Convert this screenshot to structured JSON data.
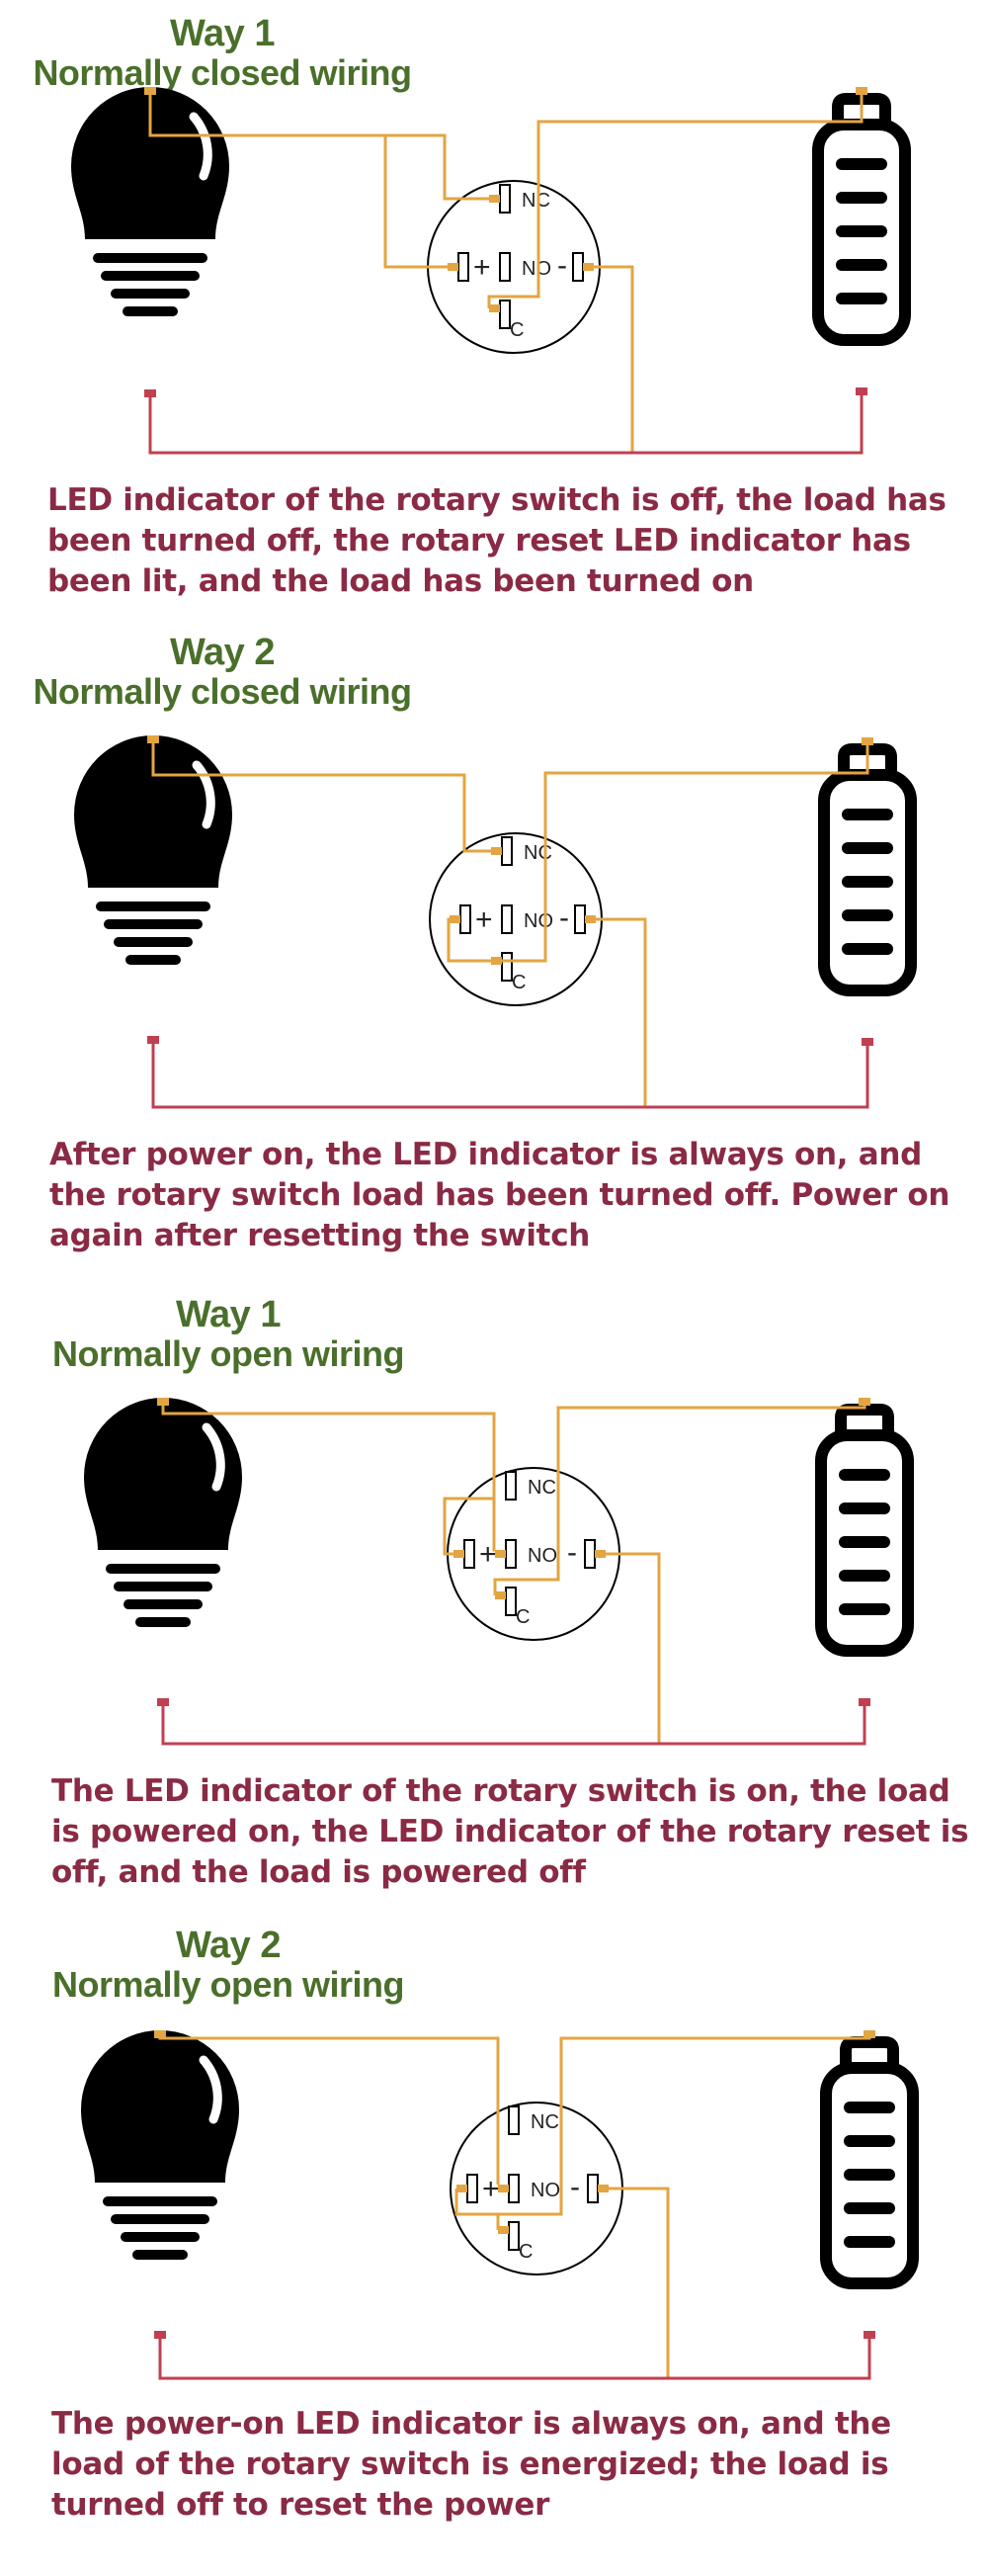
{
  "sections": [
    {
      "way": "Way 1",
      "kind": "Normally closed wiring",
      "description": "LED indicator of the rotary switch is off, the load has been turned off, the rotary reset LED indicator has been lit, and the load has been turned on"
    },
    {
      "way": "Way 2",
      "kind": "Normally closed wiring",
      "description": "After power on, the LED indicator is always on, and the rotary switch load has been turned off. Power on again after resetting the switch"
    },
    {
      "way": "Way 1",
      "kind": "Normally open wiring",
      "description": "The LED indicator of the rotary switch is on, the load is powered on, the LED indicator of the rotary reset is off, and the load is powered off"
    },
    {
      "way": "Way 2",
      "kind": "Normally open wiring",
      "description": "The power-on LED indicator is always on, and the load of the rotary switch is energized; the load is turned off to reset the power"
    }
  ],
  "terminals": {
    "nc": "NC",
    "no": "NO",
    "c": "C",
    "plus": "+",
    "minus": "-"
  },
  "colors": {
    "heading": "#4a6f2b",
    "description": "#8a2a44",
    "wire_orange": "#e3a542",
    "wire_red": "#c04052",
    "icon": "#000000"
  },
  "icons": [
    "light-bulb-icon",
    "battery-icon",
    "rotary-switch-terminal-icon"
  ]
}
